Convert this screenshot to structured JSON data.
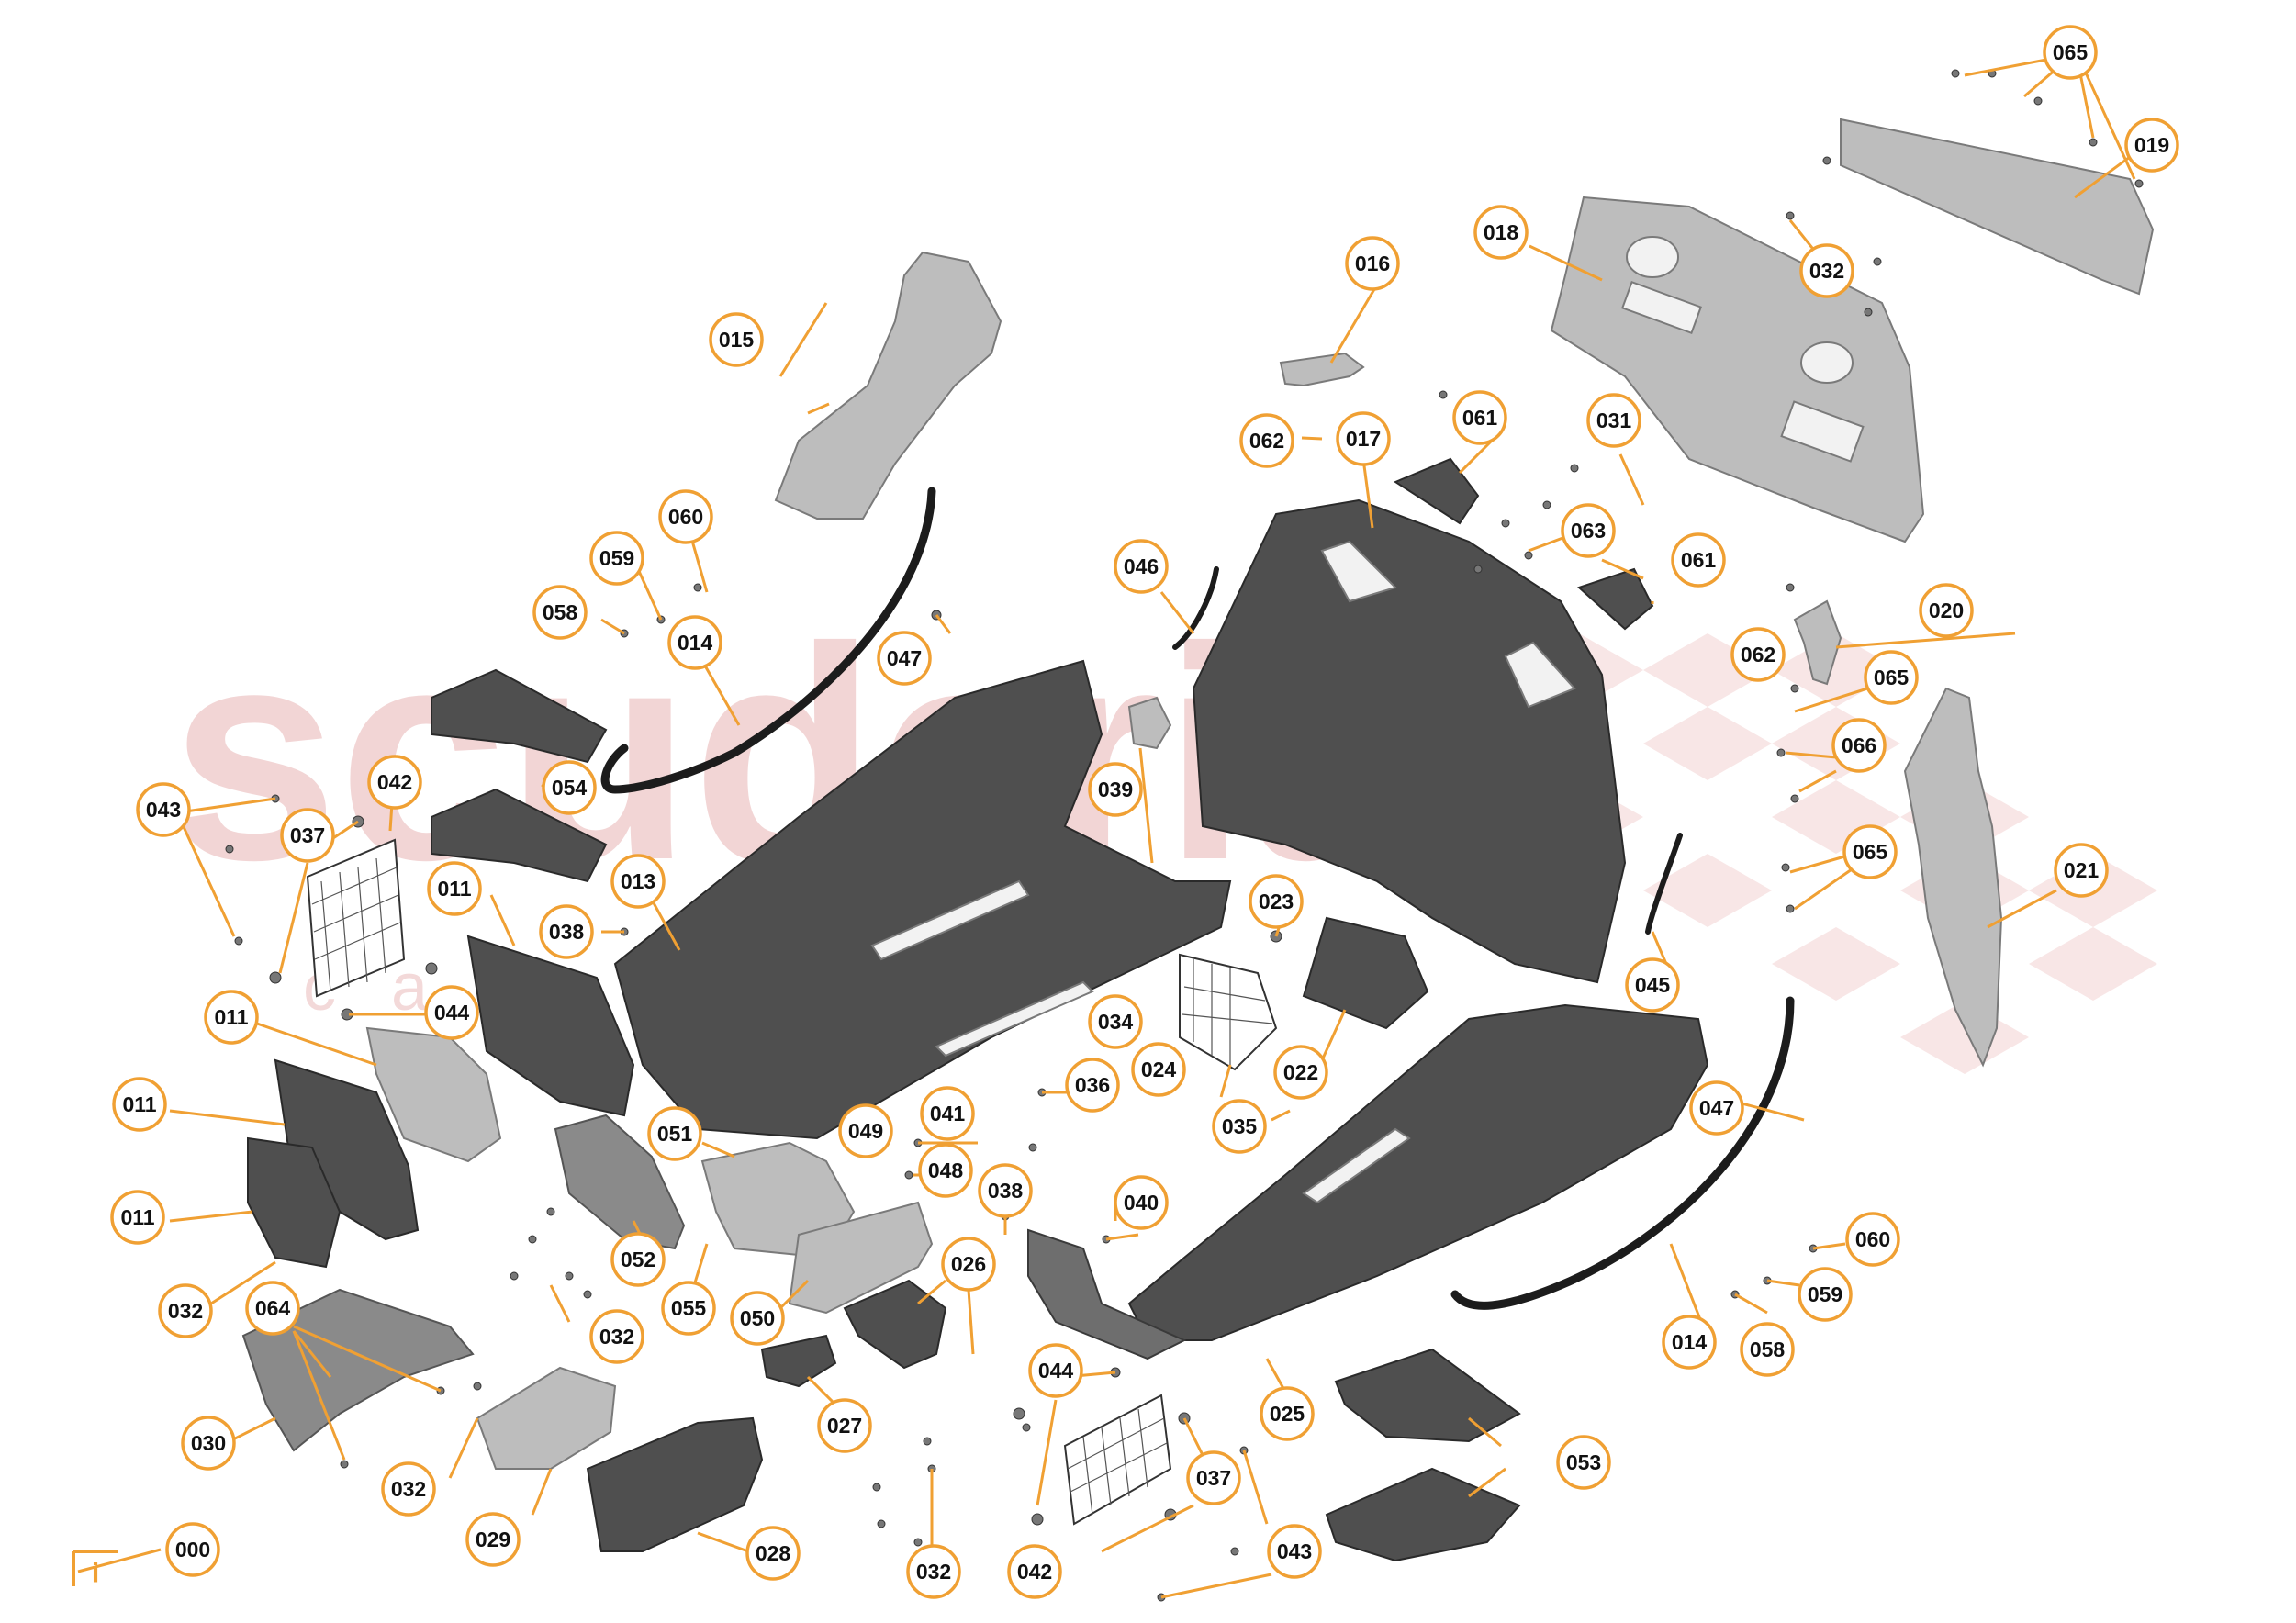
{
  "watermark": {
    "brand": "scuderia",
    "tagline": "car parts",
    "color": "#e8b4b4"
  },
  "accent_color": "#f0a033",
  "info_icon": "info-icon",
  "callouts": [
    {
      "id": "c000",
      "label": "000"
    },
    {
      "id": "c011a",
      "label": "011"
    },
    {
      "id": "c011b",
      "label": "011"
    },
    {
      "id": "c011c",
      "label": "011"
    },
    {
      "id": "c011d",
      "label": "011"
    },
    {
      "id": "c013",
      "label": "013"
    },
    {
      "id": "c014a",
      "label": "014"
    },
    {
      "id": "c014b",
      "label": "014"
    },
    {
      "id": "c015",
      "label": "015"
    },
    {
      "id": "c016",
      "label": "016"
    },
    {
      "id": "c017",
      "label": "017"
    },
    {
      "id": "c018",
      "label": "018"
    },
    {
      "id": "c019",
      "label": "019"
    },
    {
      "id": "c020",
      "label": "020"
    },
    {
      "id": "c021",
      "label": "021"
    },
    {
      "id": "c022",
      "label": "022"
    },
    {
      "id": "c023",
      "label": "023"
    },
    {
      "id": "c024",
      "label": "024"
    },
    {
      "id": "c025",
      "label": "025"
    },
    {
      "id": "c026",
      "label": "026"
    },
    {
      "id": "c027",
      "label": "027"
    },
    {
      "id": "c028",
      "label": "028"
    },
    {
      "id": "c029",
      "label": "029"
    },
    {
      "id": "c030",
      "label": "030"
    },
    {
      "id": "c031",
      "label": "031"
    },
    {
      "id": "c032a",
      "label": "032"
    },
    {
      "id": "c032b",
      "label": "032"
    },
    {
      "id": "c032c",
      "label": "032"
    },
    {
      "id": "c032d",
      "label": "032"
    },
    {
      "id": "c032e",
      "label": "032"
    },
    {
      "id": "c034",
      "label": "034"
    },
    {
      "id": "c035",
      "label": "035"
    },
    {
      "id": "c036",
      "label": "036"
    },
    {
      "id": "c037a",
      "label": "037"
    },
    {
      "id": "c037b",
      "label": "037"
    },
    {
      "id": "c038a",
      "label": "038"
    },
    {
      "id": "c038b",
      "label": "038"
    },
    {
      "id": "c039",
      "label": "039"
    },
    {
      "id": "c040",
      "label": "040"
    },
    {
      "id": "c041",
      "label": "041"
    },
    {
      "id": "c042a",
      "label": "042"
    },
    {
      "id": "c042b",
      "label": "042"
    },
    {
      "id": "c043a",
      "label": "043"
    },
    {
      "id": "c043b",
      "label": "043"
    },
    {
      "id": "c044a",
      "label": "044"
    },
    {
      "id": "c044b",
      "label": "044"
    },
    {
      "id": "c045",
      "label": "045"
    },
    {
      "id": "c046",
      "label": "046"
    },
    {
      "id": "c047a",
      "label": "047"
    },
    {
      "id": "c047b",
      "label": "047"
    },
    {
      "id": "c048",
      "label": "048"
    },
    {
      "id": "c049",
      "label": "049"
    },
    {
      "id": "c050",
      "label": "050"
    },
    {
      "id": "c051",
      "label": "051"
    },
    {
      "id": "c052",
      "label": "052"
    },
    {
      "id": "c053",
      "label": "053"
    },
    {
      "id": "c054",
      "label": "054"
    },
    {
      "id": "c055",
      "label": "055"
    },
    {
      "id": "c058a",
      "label": "058"
    },
    {
      "id": "c058b",
      "label": "058"
    },
    {
      "id": "c059a",
      "label": "059"
    },
    {
      "id": "c059b",
      "label": "059"
    },
    {
      "id": "c060a",
      "label": "060"
    },
    {
      "id": "c060b",
      "label": "060"
    },
    {
      "id": "c061a",
      "label": "061"
    },
    {
      "id": "c061b",
      "label": "061"
    },
    {
      "id": "c062a",
      "label": "062"
    },
    {
      "id": "c062b",
      "label": "062"
    },
    {
      "id": "c063",
      "label": "063"
    },
    {
      "id": "c064",
      "label": "064"
    },
    {
      "id": "c065a",
      "label": "065"
    },
    {
      "id": "c065b",
      "label": "065"
    },
    {
      "id": "c065c",
      "label": "065"
    },
    {
      "id": "c066",
      "label": "066"
    }
  ]
}
